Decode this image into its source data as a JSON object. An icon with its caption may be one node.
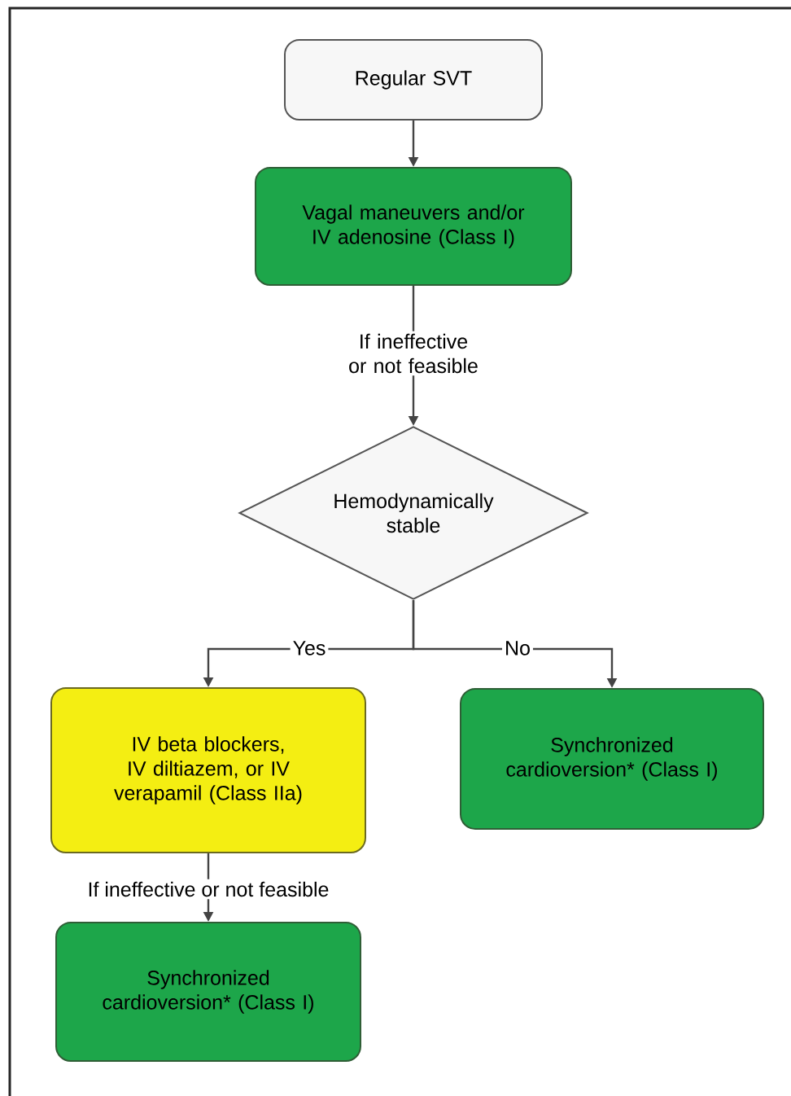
{
  "diagram": {
    "nodes": [
      {
        "text": [
          "Regular SVT"
        ]
      },
      {
        "text": [
          "Vagal maneuvers and/or IV adenosine (Class I)"
        ]
      },
      {
        "text": [
          "Hemodynamically stable"
        ]
      },
      {
        "text": [
          "IV beta blockers, IV diltiazem, or IV verapamil (Class IIa)"
        ]
      },
      {
        "text": [
          "Synchronized cardioversion* (Class I)"
        ]
      },
      {
        "text": [
          "Synchronized cardioversion* (Class I)"
        ]
      }
    ],
    "edges": [
      {
        "from": 0,
        "to": 1,
        "arrow": "to"
      },
      {
        "from": 1,
        "to": 2,
        "arrow": "to",
        "label": "If ineffective or not feasible"
      },
      {
        "from": 2,
        "to": 3,
        "arrow": "to",
        "label": "Yes"
      },
      {
        "from": 2,
        "to": 4,
        "arrow": "to",
        "label": "No"
      },
      {
        "from": 3,
        "to": 5,
        "arrow": "to",
        "label": "If ineffective or not feasible"
      }
    ]
  }
}
